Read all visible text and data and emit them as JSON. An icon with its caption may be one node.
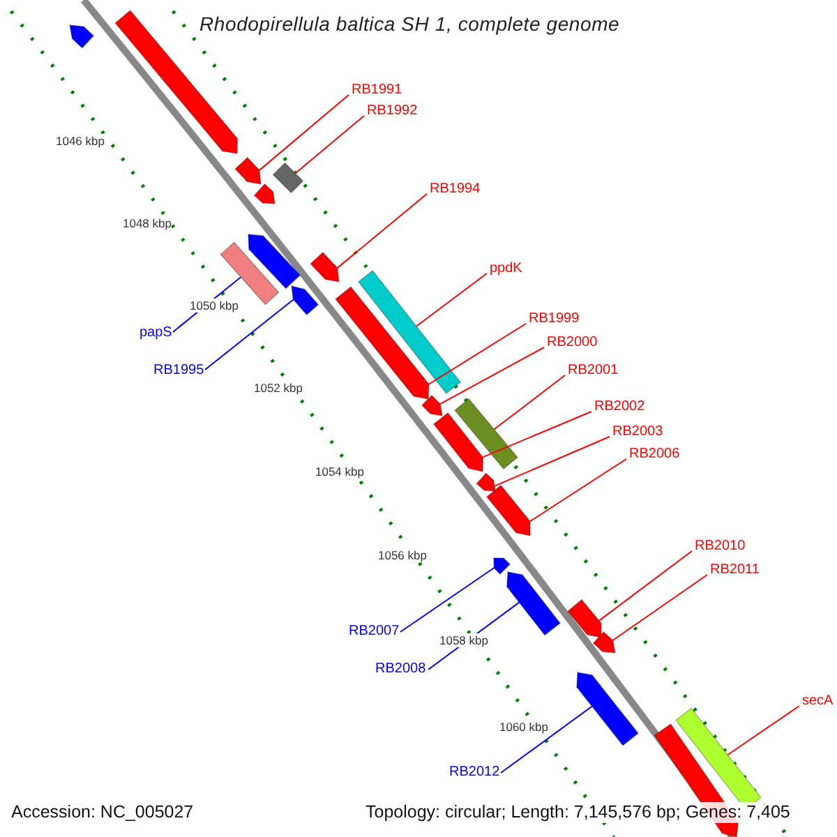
{
  "diagram": {
    "title": "Rhodopirellula baltica SH 1, complete genome",
    "nodes": [
      {
        "text": [
          "RB1991"
        ]
      },
      {
        "text": [
          "RB1992"
        ]
      },
      {
        "text": [
          "RB1994"
        ]
      },
      {
        "text": [
          "ppdK"
        ]
      },
      {
        "text": [
          "papS"
        ]
      },
      {
        "text": [
          "RB1995"
        ]
      },
      {
        "text": [
          "RB1999"
        ]
      },
      {
        "text": [
          "RB2000"
        ]
      },
      {
        "text": [
          "RB2001"
        ]
      },
      {
        "text": [
          "RB2002"
        ]
      },
      {
        "text": [
          "RB2003"
        ]
      },
      {
        "text": [
          "RB2006"
        ]
      },
      {
        "text": [
          "RB2010"
        ]
      },
      {
        "text": [
          "RB2011"
        ]
      },
      {
        "text": [
          "RB2007"
        ]
      },
      {
        "text": [
          "RB2008"
        ]
      },
      {
        "text": [
          "secA"
        ]
      },
      {
        "text": [
          "RB2012"
        ]
      },
      {
        "text": [],
        "shape": "arrow"
      },
      {
        "text": [],
        "shape": "arrow"
      },
      {
        "text": [],
        "shape": "arrow"
      },
      {
        "text": [],
        "shape": "arrow"
      },
      {
        "text": [],
        "shape": "bar"
      },
      {
        "text": [],
        "shape": "arrow"
      },
      {
        "text": [],
        "shape": "bar"
      },
      {
        "text": [],
        "shape": "arrow"
      },
      {
        "text": [],
        "shape": "arrow"
      },
      {
        "text": [],
        "shape": "bar"
      },
      {
        "text": [],
        "shape": "arrow"
      },
      {
        "text": [],
        "shape": "arrow"
      },
      {
        "text": [],
        "shape": "bar"
      },
      {
        "text": [],
        "shape": "arrow"
      },
      {
        "text": [],
        "shape": "arrow"
      },
      {
        "text": [],
        "shape": "arrow"
      },
      {
        "text": [],
        "shape": "arrow"
      },
      {
        "text": [],
        "shape": "arrow"
      },
      {
        "text": [],
        "shape": "arrow"
      },
      {
        "text": [],
        "shape": "arrow"
      },
      {
        "text": [],
        "shape": "arrow"
      },
      {
        "text": [],
        "shape": "bar"
      },
      {
        "text": [],
        "shape": "arrow"
      }
    ],
    "edges": [
      {
        "from": 0,
        "to": 20,
        "arrow": "none"
      },
      {
        "from": 1,
        "to": 22,
        "arrow": "none"
      },
      {
        "from": 2,
        "to": 26,
        "arrow": "none"
      },
      {
        "from": 3,
        "to": 27,
        "arrow": "none"
      },
      {
        "from": 4,
        "to": 24,
        "arrow": "none",
        "color": "#0000ff"
      },
      {
        "from": 5,
        "to": 25,
        "arrow": "none",
        "color": "#0000ff"
      },
      {
        "from": 6,
        "to": 28,
        "arrow": "none"
      },
      {
        "from": 7,
        "to": 29,
        "arrow": "none"
      },
      {
        "from": 8,
        "to": 30,
        "arrow": "none"
      },
      {
        "from": 9,
        "to": 31,
        "arrow": "none"
      },
      {
        "from": 10,
        "to": 32,
        "arrow": "none"
      },
      {
        "from": 11,
        "to": 33,
        "arrow": "none"
      },
      {
        "from": 12,
        "to": 36,
        "arrow": "none"
      },
      {
        "from": 13,
        "to": 37,
        "arrow": "none"
      },
      {
        "from": 14,
        "to": 34,
        "arrow": "none",
        "color": "#0000ff"
      },
      {
        "from": 15,
        "to": 35,
        "arrow": "none",
        "color": "#0000ff"
      },
      {
        "from": 16,
        "to": 39,
        "arrow": "none"
      },
      {
        "from": 17,
        "to": 38,
        "arrow": "none",
        "color": "#0000ff"
      }
    ],
    "labels": [
      "1046 kbp",
      "1048 kbp",
      "1050 kbp",
      "1052 kbp",
      "1054 kbp",
      "1056 kbp",
      "1058 kbp",
      "1060 kbp",
      "Accession: NC_005027",
      "Topology: circular; Length: 7,145,576 bp; Genes: 7,405"
    ]
  }
}
